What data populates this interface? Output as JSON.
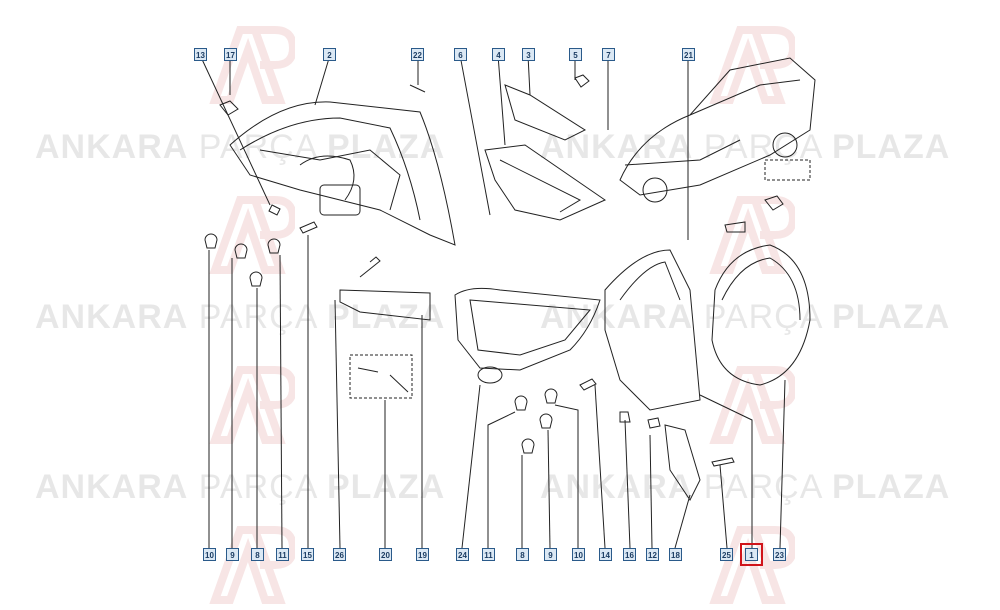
{
  "watermark": {
    "word1": "ANKARA",
    "word2": "PARÇA",
    "word3": "PLAZA"
  },
  "highlight_color": "#d0141a",
  "callouts_top": [
    "13",
    "17",
    "2",
    "22",
    "6",
    "4",
    "3",
    "5",
    "7",
    "21"
  ],
  "callouts_bottom": [
    "10",
    "9",
    "8",
    "11",
    "15",
    "26",
    "20",
    "19",
    "24",
    "11",
    "8",
    "9",
    "10",
    "14",
    "16",
    "12",
    "18",
    "25",
    "1",
    "23"
  ],
  "highlighted_part": "1"
}
